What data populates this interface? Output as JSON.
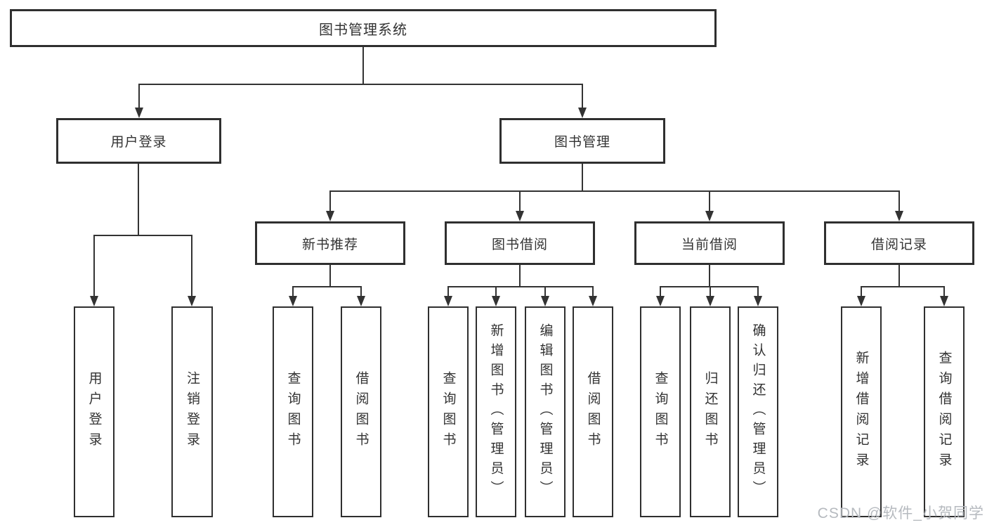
{
  "tree": {
    "root": {
      "label": "图书管理系统"
    },
    "children": [
      {
        "label": "用户登录",
        "children": [
          {
            "label": "用户登录"
          },
          {
            "label": "注销登录"
          }
        ]
      },
      {
        "label": "图书管理",
        "children": [
          {
            "label": "新书推荐",
            "children": [
              {
                "label": "查询图书"
              },
              {
                "label": "借阅图书"
              }
            ]
          },
          {
            "label": "图书借阅",
            "children": [
              {
                "label": "查询图书"
              },
              {
                "label": "新增图书（管理员）"
              },
              {
                "label": "编辑图书（管理员）"
              },
              {
                "label": "借阅图书"
              }
            ]
          },
          {
            "label": "当前借阅",
            "children": [
              {
                "label": "查询图书"
              },
              {
                "label": "归还图书"
              },
              {
                "label": "确认归还（管理员）"
              }
            ]
          },
          {
            "label": "借阅记录",
            "children": [
              {
                "label": "新增借阅记录"
              },
              {
                "label": "查询借阅记录"
              }
            ]
          }
        ]
      }
    ]
  },
  "watermark": {
    "text": "CSDN @软件_小贺同学"
  },
  "colors": {
    "line": "#333333",
    "text": "#333333",
    "box_background": "#ffffff",
    "watermark_text": "#b6babf"
  }
}
